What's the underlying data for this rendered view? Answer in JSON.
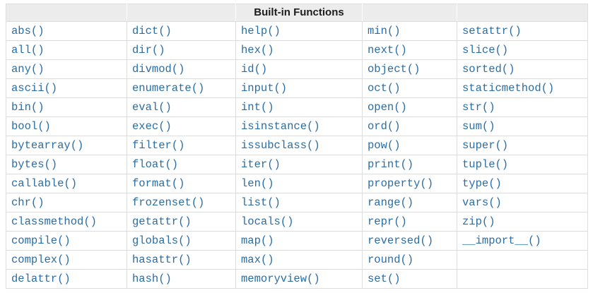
{
  "table": {
    "title": "Built-in Functions",
    "header_cells": [
      "",
      "",
      "Built-in Functions",
      "",
      ""
    ],
    "rows": [
      [
        "abs()",
        "dict()",
        "help()",
        "min()",
        "setattr()"
      ],
      [
        "all()",
        "dir()",
        "hex()",
        "next()",
        "slice()"
      ],
      [
        "any()",
        "divmod()",
        "id()",
        "object()",
        "sorted()"
      ],
      [
        "ascii()",
        "enumerate()",
        "input()",
        "oct()",
        "staticmethod()"
      ],
      [
        "bin()",
        "eval()",
        "int()",
        "open()",
        "str()"
      ],
      [
        "bool()",
        "exec()",
        "isinstance()",
        "ord()",
        "sum()"
      ],
      [
        "bytearray()",
        "filter()",
        "issubclass()",
        "pow()",
        "super()"
      ],
      [
        "bytes()",
        "float()",
        "iter()",
        "print()",
        "tuple()"
      ],
      [
        "callable()",
        "format()",
        "len()",
        "property()",
        "type()"
      ],
      [
        "chr()",
        "frozenset()",
        "list()",
        "range()",
        "vars()"
      ],
      [
        "classmethod()",
        "getattr()",
        "locals()",
        "repr()",
        "zip()"
      ],
      [
        "compile()",
        "globals()",
        "map()",
        "reversed()",
        "__import__()"
      ],
      [
        "complex()",
        "hasattr()",
        "max()",
        "round()",
        ""
      ],
      [
        "delattr()",
        "hash()",
        "memoryview()",
        "set()",
        ""
      ]
    ]
  },
  "colors": {
    "link": "#2a6da4",
    "header_background": "#ececec",
    "header_text": "#1c1c1c",
    "border": "#dddddd",
    "page_background": "#ffffff"
  }
}
